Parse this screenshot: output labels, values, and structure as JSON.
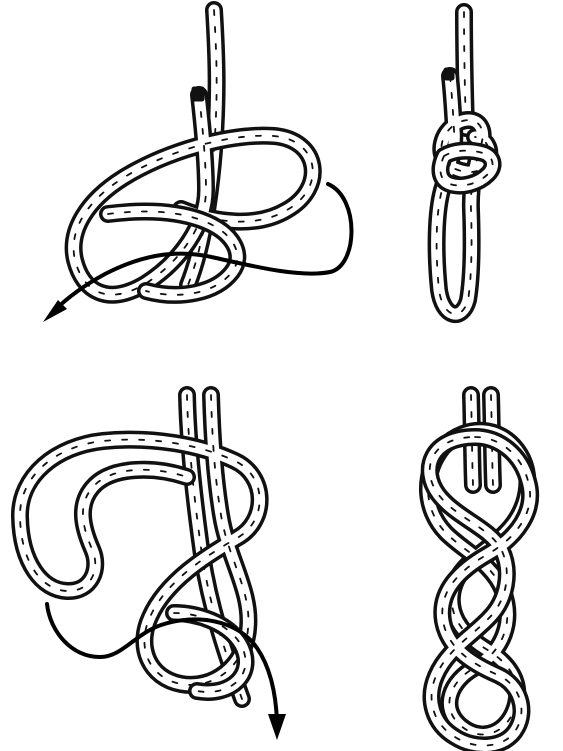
{
  "figure": {
    "background": "#ffffff",
    "ink_color": "#111111",
    "panels": [
      {
        "id": "top-left",
        "content": "rope-loop-with-arrow-left"
      },
      {
        "id": "top-right",
        "content": "finished-small-knot"
      },
      {
        "id": "bottom-left",
        "content": "rope-loop-with-arrow-down"
      },
      {
        "id": "bottom-right",
        "content": "finished-figure-eight-loop"
      }
    ]
  }
}
